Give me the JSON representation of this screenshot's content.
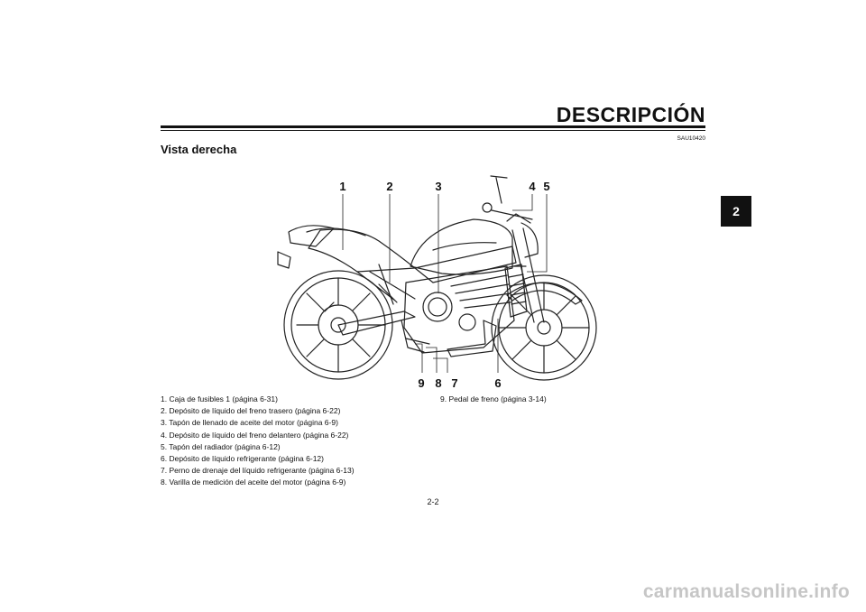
{
  "header": {
    "title": "DESCRIPCIÓN",
    "ref_code": "SAU10420"
  },
  "section": {
    "heading": "Vista derecha",
    "chapter_tab": "2"
  },
  "callouts": [
    "1",
    "2",
    "3",
    "4",
    "5",
    "6",
    "7",
    "8",
    "9"
  ],
  "legend": {
    "column1": [
      "1. Caja de fusibles 1 (página 6-31)",
      "2. Depósito de líquido del freno trasero (página 6-22)",
      "3. Tapón de llenado de aceite del motor (página 6-9)",
      "4. Depósito de líquido del freno delantero (página 6-22)",
      "5. Tapón del radiador (página 6-12)",
      "6. Depósito de líquido refrigerante (página 6-12)",
      "7. Perno de drenaje del líquido refrigerante (página 6-13)",
      "8. Varilla de medición del aceite del motor (página 6-9)"
    ],
    "column2": [
      "9. Pedal de freno (página 3-14)"
    ]
  },
  "footer": {
    "page_number": "2-2"
  },
  "watermark": "carmanualsonline.info"
}
